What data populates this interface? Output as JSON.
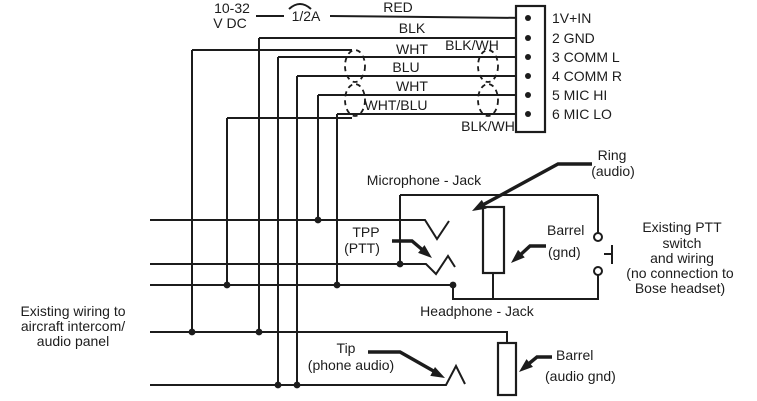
{
  "diagram": {
    "power": {
      "voltage_line1": "10-32",
      "voltage_line2": "V DC",
      "fuse": "1/2A"
    },
    "wire_labels": {
      "red": "RED",
      "black": "BLK",
      "white1": "WHT",
      "shield_top": "BLK/WH",
      "blue": "BLU",
      "white2": "WHT",
      "white_blue": "WHT/BLU",
      "shield_bottom": "BLK/WH"
    },
    "connector": {
      "pins": [
        "1V+IN",
        "2 GND",
        "3 COMM L",
        "4 COMM R",
        "5 MIC HI",
        "6 MIC LO"
      ]
    },
    "mic_jack": {
      "title": "Microphone - Jack",
      "ring": [
        "Ring",
        "(audio)"
      ],
      "tpp": [
        "TPP",
        "(PTT)"
      ],
      "barrel": [
        "Barrel",
        "(gnd)"
      ]
    },
    "headphone_jack": {
      "title": "Headphone - Jack",
      "tip": [
        "Tip",
        "(phone audio)"
      ],
      "barrel": [
        "Barrel",
        "(audio gnd)"
      ]
    },
    "ptt_note": [
      "Existing PTT",
      "switch",
      "and wiring",
      "(no connection to",
      "Bose headset)"
    ],
    "panel_note": [
      "Existing wiring to",
      "aircraft intercom/",
      "audio panel"
    ],
    "colors": {
      "ink": "#1c1c1c",
      "bg": "#ffffff"
    }
  }
}
